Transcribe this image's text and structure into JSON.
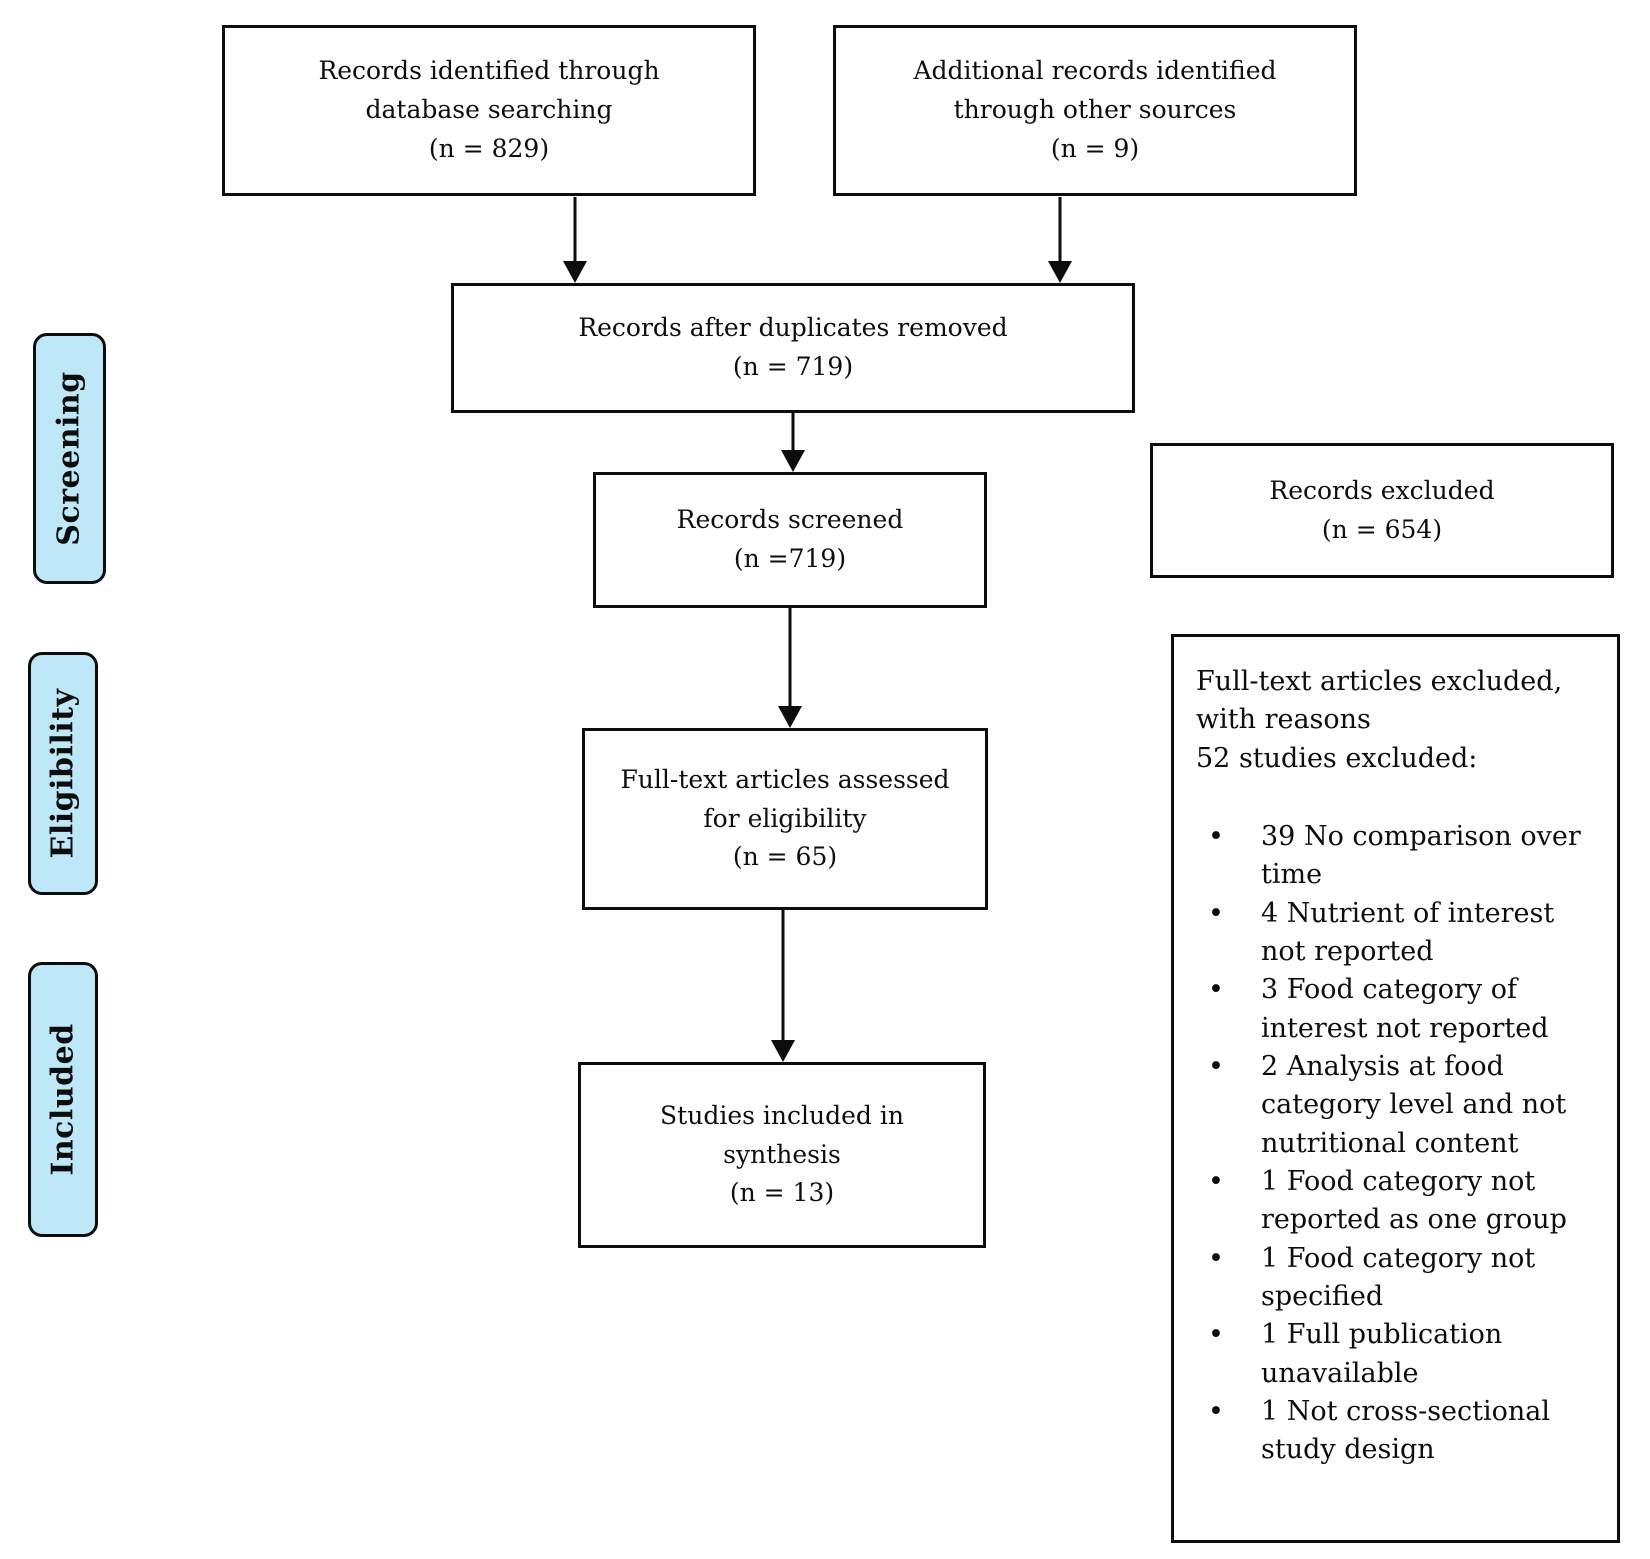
{
  "figure": {
    "background": "#ffffff",
    "line_color": "#0d0d0d",
    "stage_fill": "#BEE8F8"
  },
  "stages": {
    "screening": "Screening",
    "eligibility": "Eligibility",
    "included": "Included"
  },
  "boxes": {
    "identified_db": "Records identified through\ndatabase searching\n(n = 829)",
    "identified_other": "Additional records identified\nthrough other sources\n(n = 9)",
    "after_duplicates": "Records after duplicates removed\n(n = 719)",
    "screened": "Records screened\n(n =719)",
    "excluded": "Records excluded\n(n = 654)",
    "fulltext_assessed": "Full-text articles assessed\nfor eligibility\n(n = 65)",
    "included_synthesis": "Studies included in\nsynthesis\n(n = 13)",
    "exclusion_reasons_heading": "Full-text articles excluded,\nwith reasons\n52 studies excluded:",
    "exclusion_reasons": [
      "39 No comparison over time",
      "4 Nutrient of interest not reported",
      "3 Food category of interest not reported",
      "2 Analysis at food category level and not nutritional content",
      "1 Food category not reported as one group",
      "1 Food category not specified",
      "1 Full publication unavailable",
      "1 Not cross-sectional study design"
    ]
  }
}
